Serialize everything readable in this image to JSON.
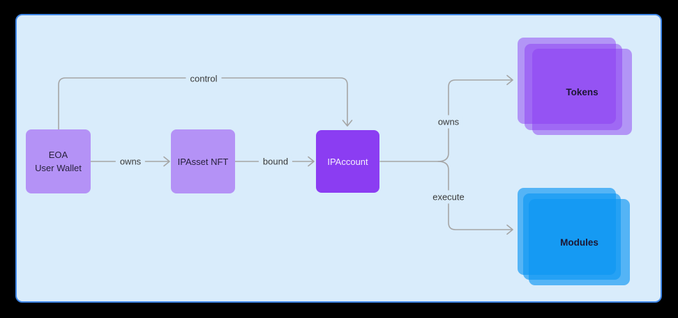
{
  "colors": {
    "outer_bg": "#000000",
    "panel_bg": "#d9ecfb",
    "panel_border": "#3f87e8",
    "line_color": "#a5a5a5",
    "label_color": "#3a3a3a",
    "node_light_fill": "#b492f6",
    "node_light_text": "#27203c",
    "node_accent_fill": "#8b3df2",
    "node_accent_text": "#f5effd",
    "tokens_layer": "rgba(139, 61, 242, 0.5)",
    "modules_layer": "rgba(13, 150, 242, 0.65)",
    "stack_text": "#1c1633"
  },
  "nodes": {
    "eoa": {
      "line1": "EOA",
      "line2": "User Wallet"
    },
    "ipasset": {
      "label": "IPAsset NFT"
    },
    "ipaccount": {
      "label": "IPAccount"
    },
    "tokens": {
      "label": "Tokens"
    },
    "modules": {
      "label": "Modules"
    }
  },
  "edges": {
    "owns_eoa_ipasset": {
      "label": "owns"
    },
    "bound_ipasset_ipaccount": {
      "label": "bound"
    },
    "control_eoa_ipaccount": {
      "label": "control"
    },
    "owns_ipaccount_tokens": {
      "label": "owns"
    },
    "execute_ipaccount_modules": {
      "label": "execute"
    }
  }
}
